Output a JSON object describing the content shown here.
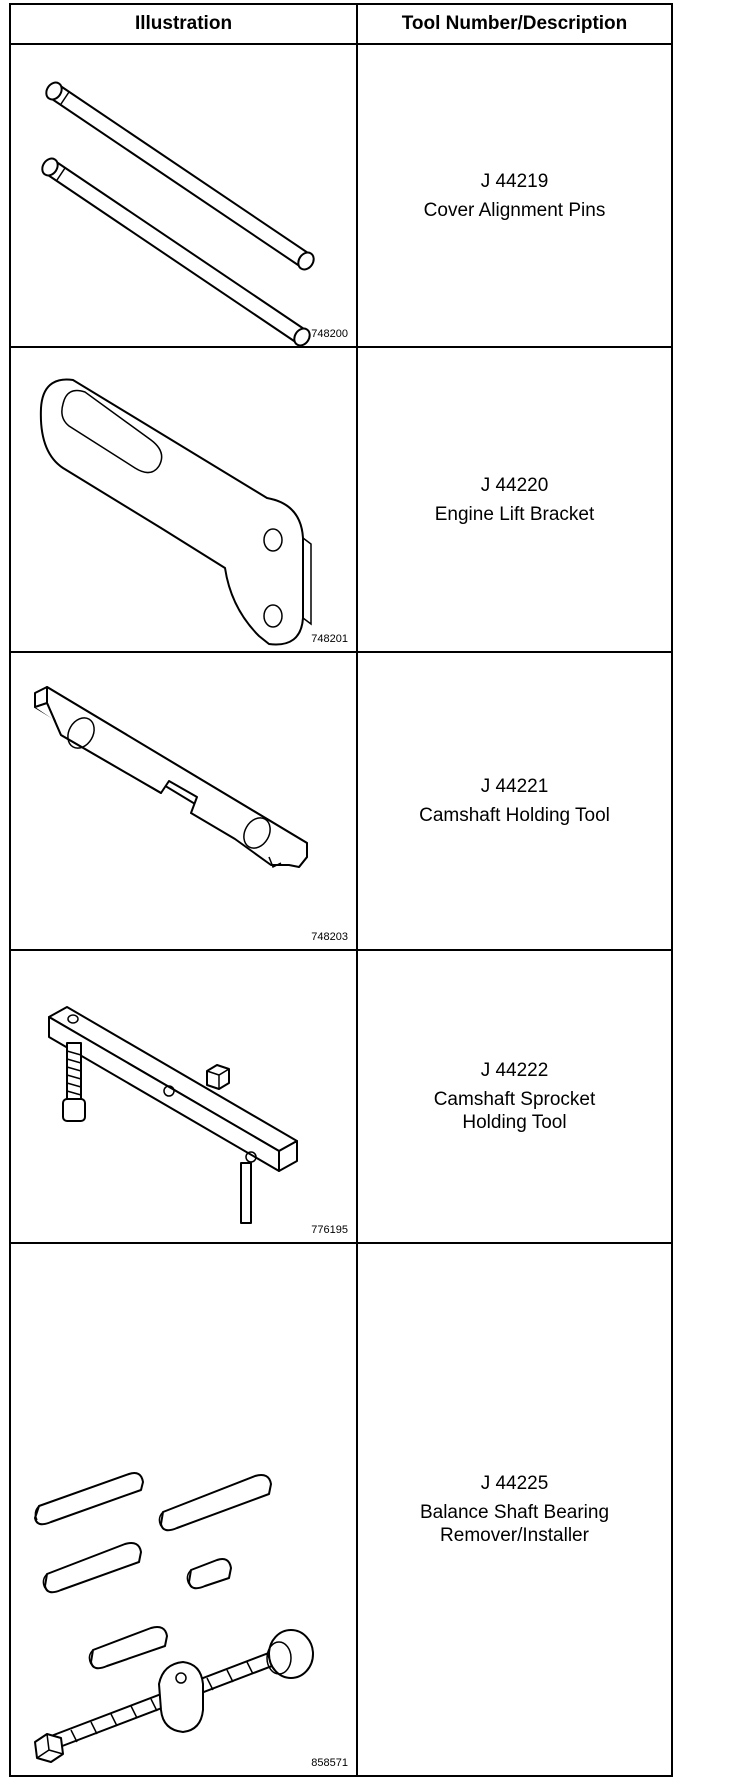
{
  "table": {
    "header": {
      "illustration": "Illustration",
      "description": "Tool Number/Description"
    },
    "rows": [
      {
        "figure": "748200",
        "tool_number": "J 44219",
        "desc_lines": [
          "Cover Alignment Pins"
        ]
      },
      {
        "figure": "748201",
        "tool_number": "J 44220",
        "desc_lines": [
          "Engine Lift Bracket"
        ]
      },
      {
        "figure": "748203",
        "tool_number": "J 44221",
        "desc_lines": [
          "Camshaft Holding Tool"
        ]
      },
      {
        "figure": "776195",
        "tool_number": "J 44222",
        "desc_lines": [
          "Camshaft Sprocket",
          "Holding Tool"
        ]
      },
      {
        "figure": "858571",
        "tool_number": "J 44225",
        "desc_lines": [
          "Balance Shaft Bearing",
          "Remover/Installer"
        ]
      }
    ]
  }
}
